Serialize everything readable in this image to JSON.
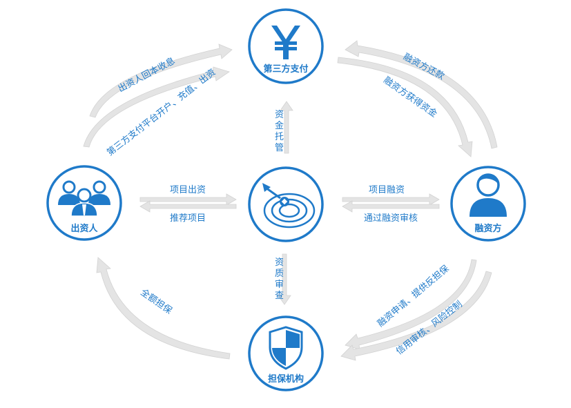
{
  "nodes": {
    "top": "第三方支付",
    "left": "出资人",
    "right": "融资方",
    "bottom": "担保机构"
  },
  "edges": {
    "left_top_outer": "出资人回本收息",
    "left_top_inner": "第三方支付平台开户、充值、出资",
    "top_right_outer": "融资方还款",
    "top_right_inner": "融资方获得资金",
    "center_top": "资金托管",
    "center_bottom": "资质审查",
    "left_center_top": "项目出资",
    "left_center_bottom": "推荐项目",
    "center_right_top": "项目融资",
    "center_right_bottom": "通过融资审核",
    "right_bottom_outer": "融资申请、提供反担保",
    "right_bottom_inner": "信用审核、风险控制",
    "bottom_left": "全额担保"
  },
  "colors": {
    "accent": "#1f7ac9",
    "arrow": "#e4e4e4"
  },
  "icons": {
    "top": "yen-icon",
    "left": "people-group-icon",
    "right": "person-icon",
    "bottom": "shield-icon",
    "center": "target-arrow-icon"
  }
}
